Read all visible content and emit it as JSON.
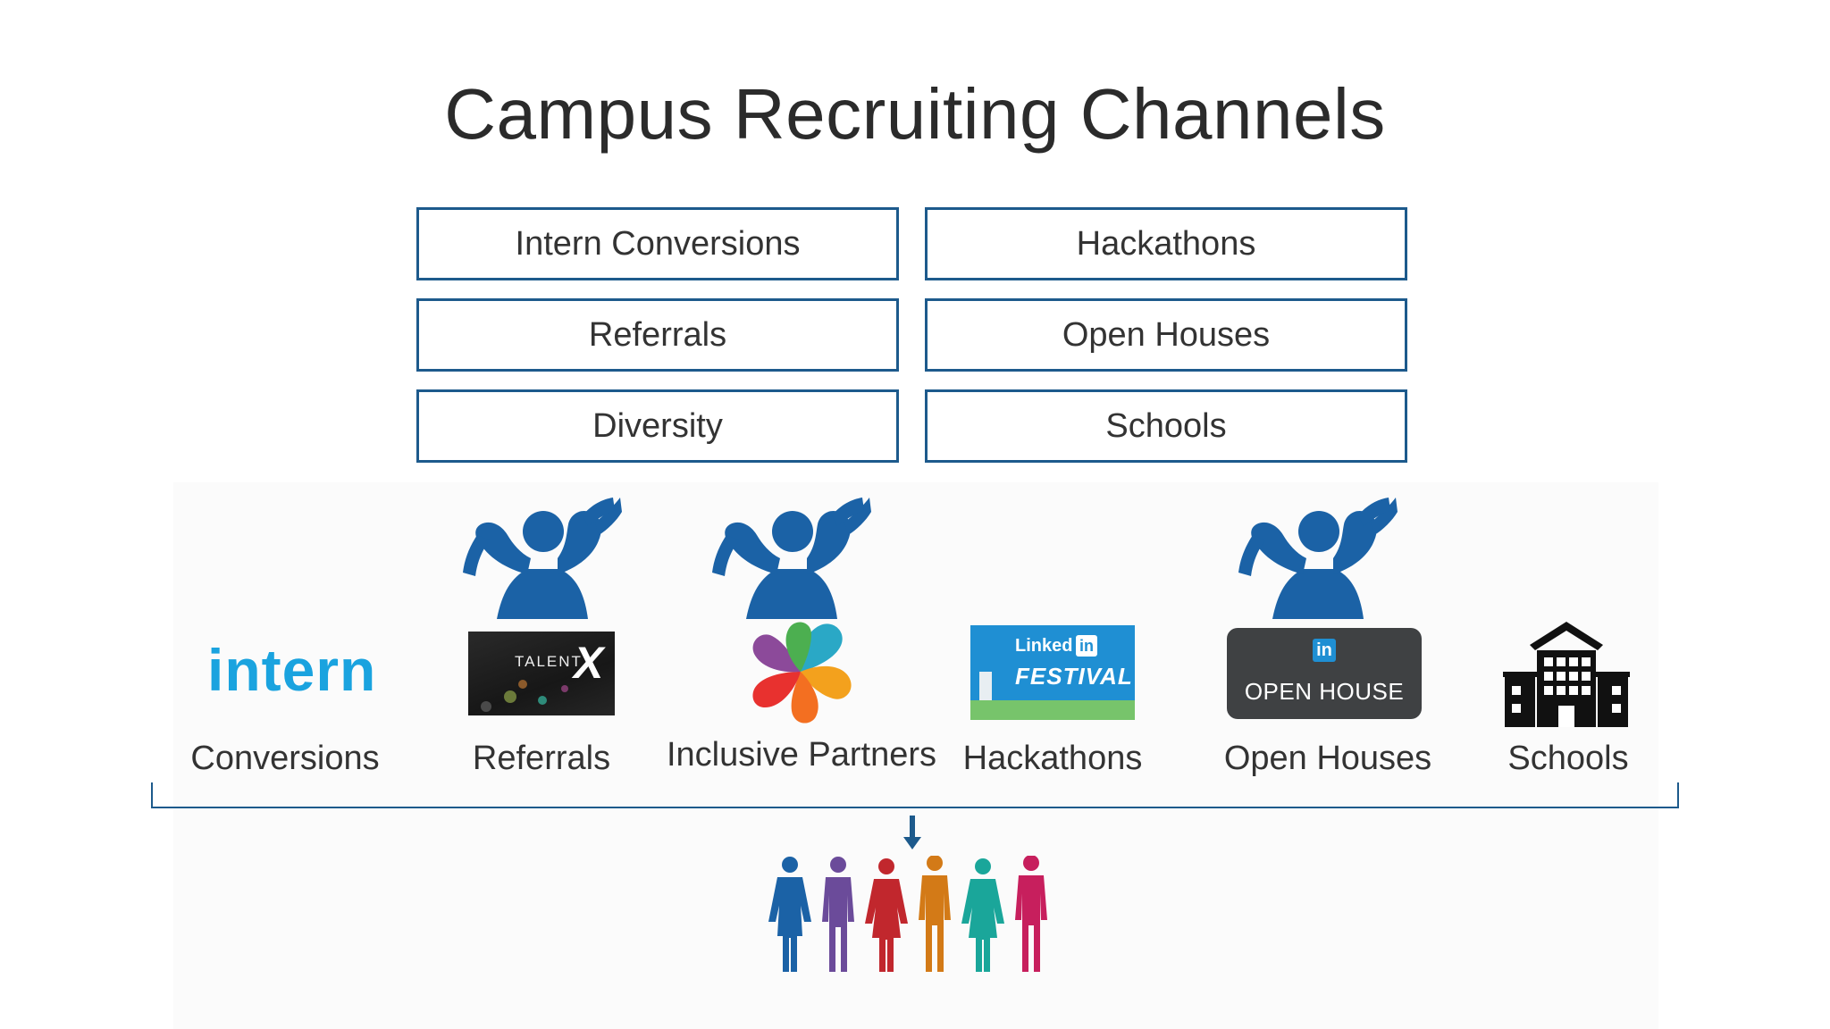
{
  "title": "Campus Recruiting Channels",
  "channel_boxes": {
    "left": [
      "Intern Conversions",
      "Referrals",
      "Diversity"
    ],
    "right": [
      "Hackathons",
      "Open Houses",
      "Schools"
    ]
  },
  "channels": [
    {
      "label": "Conversions",
      "logo_text": "intern",
      "strong": false
    },
    {
      "label": "Referrals",
      "logo_text": "TALENT",
      "logo_mark": "X",
      "strong": true
    },
    {
      "label": "Inclusive Partners",
      "strong": true
    },
    {
      "label": "Hackathons",
      "logo_text": "Linked",
      "logo_badge": "in",
      "logo_subtext": "FESTIVAL",
      "strong": false
    },
    {
      "label": "Open Houses",
      "logo_badge": "in",
      "logo_text": "OPEN HOUSE",
      "strong": true
    },
    {
      "label": "Schools",
      "strong": false
    }
  ],
  "colors": {
    "box_border": "#1d5a8c",
    "strongman": "#1b62a6",
    "intern_blue": "#1aa3df",
    "people": [
      "#1b62a6",
      "#6b4b9a",
      "#c1272d",
      "#d37a17",
      "#1aa69a",
      "#c71f5d"
    ]
  },
  "icons": [
    "strongman-icon",
    "building-icon",
    "down-arrow-icon",
    "people-group-icon",
    "petal-logo-icon"
  ]
}
